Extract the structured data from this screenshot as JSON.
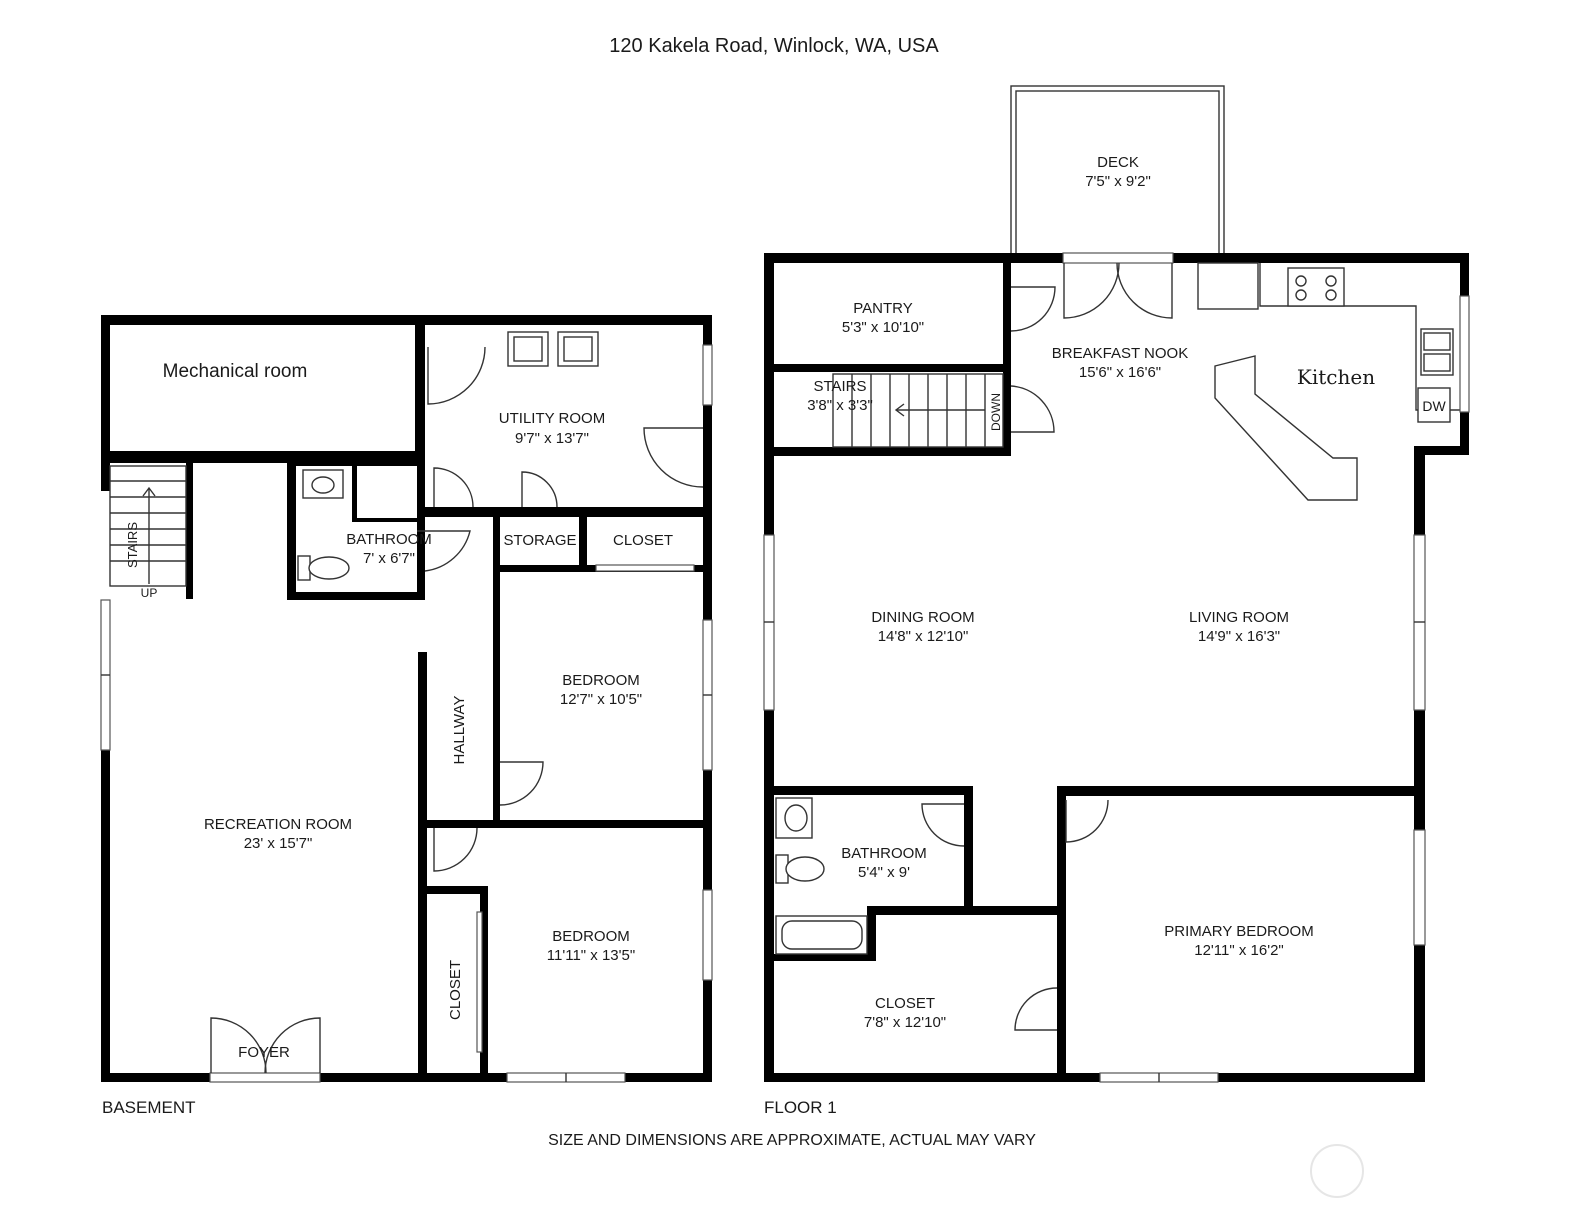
{
  "address": "120 Kakela Road, Winlock, WA, USA",
  "basement": {
    "label": "BASEMENT",
    "mechanical": {
      "name": "Mechanical room"
    },
    "utility": {
      "name": "UTILITY ROOM",
      "dim": "9'7\" x 13'7\""
    },
    "bathroom": {
      "name": "BATHROOM",
      "dim": "7' x 6'7\""
    },
    "storage": {
      "name": "STORAGE"
    },
    "closet_top": {
      "name": "CLOSET"
    },
    "stairs": {
      "name": "STAIRS",
      "arrow": "UP"
    },
    "hallway": {
      "name": "HALLWAY"
    },
    "bedroom1": {
      "name": "BEDROOM",
      "dim": "12'7\" x 10'5\""
    },
    "recreation": {
      "name": "RECREATION ROOM",
      "dim": "23' x 15'7\""
    },
    "bedroom2": {
      "name": "BEDROOM",
      "dim": "11'11\" x 13'5\""
    },
    "closet_left": {
      "name": "CLOSET"
    },
    "foyer": {
      "name": "FOYER"
    }
  },
  "floor1": {
    "label": "FLOOR 1",
    "deck": {
      "name": "DECK",
      "dim": "7'5\" x 9'2\""
    },
    "pantry": {
      "name": "PANTRY",
      "dim": "5'3\" x 10'10\""
    },
    "stairs": {
      "name": "STAIRS",
      "dim": "3'8\" x 3'3\"",
      "arrow": "DOWN"
    },
    "breakfast": {
      "name": "BREAKFAST NOOK",
      "dim": "15'6\" x 16'6\""
    },
    "kitchen": {
      "name": "Kitchen",
      "dw": "DW"
    },
    "dining": {
      "name": "DINING ROOM",
      "dim": "14'8\" x 12'10\""
    },
    "living": {
      "name": "LIVING ROOM",
      "dim": "14'9\" x 16'3\""
    },
    "bathroom": {
      "name": "BATHROOM",
      "dim": "5'4\" x 9'"
    },
    "closet": {
      "name": "CLOSET",
      "dim": "7'8\" x 12'10\""
    },
    "primary": {
      "name": "PRIMARY BEDROOM",
      "dim": "12'11\" x 16'2\""
    }
  },
  "disclaimer": "SIZE AND DIMENSIONS ARE APPROXIMATE, ACTUAL MAY VARY"
}
